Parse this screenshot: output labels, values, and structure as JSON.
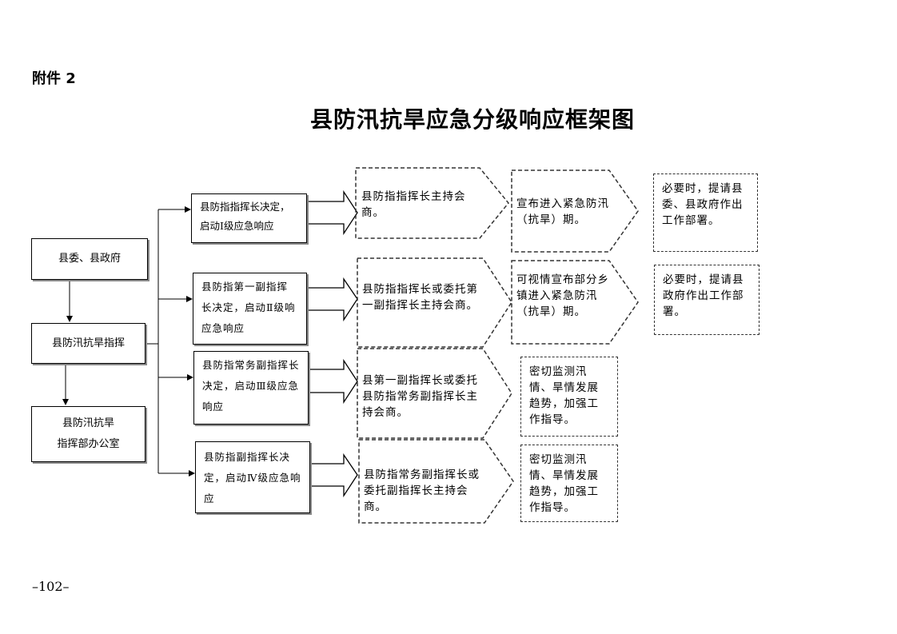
{
  "header": {
    "attachment": "附件 2",
    "title": "县防汛抗旱应急分级响应框架图"
  },
  "left_boxes": {
    "committee": "县委、县政府",
    "command": "县防汛抗旱指挥",
    "office_line1": "县防汛抗旱",
    "office_line2": "指挥部办公室"
  },
  "decisions": [
    "县防指指挥长决定，启动Ⅰ级应急响应",
    "县防指第一副指挥长决定，启动Ⅱ级响应急响应",
    "县防指常务副指挥长决定，启动Ⅲ级应急响应",
    "定，启动Ⅳ级应急响应"
  ],
  "decision_prefix_4": "县防指副指挥长决",
  "consultations": [
    "县防指指挥长主持会商。",
    "县防指指挥长或委托第一副指挥长主持会商。",
    "县第一副指挥长或委托县防指常务副指挥长主持会商。",
    "县防指常务副指挥长或委托副指挥长主持会商。"
  ],
  "announcements": [
    "宣布进入紧急防汛（抗旱）期。",
    "可视情宣布部分乡镇进入紧急防汛（抗旱）期。"
  ],
  "monitoring": [
    "密切监测汛情、旱情发展趋势，加强工作指导。",
    "密切监测汛情、旱情发展趋势，加强工作指导。"
  ],
  "requests": [
    "必要时，提请县委、县政府作出工作部署。",
    "必要时，提请县政府作出工作部署。"
  ],
  "footer": {
    "page_number": "–102–"
  }
}
